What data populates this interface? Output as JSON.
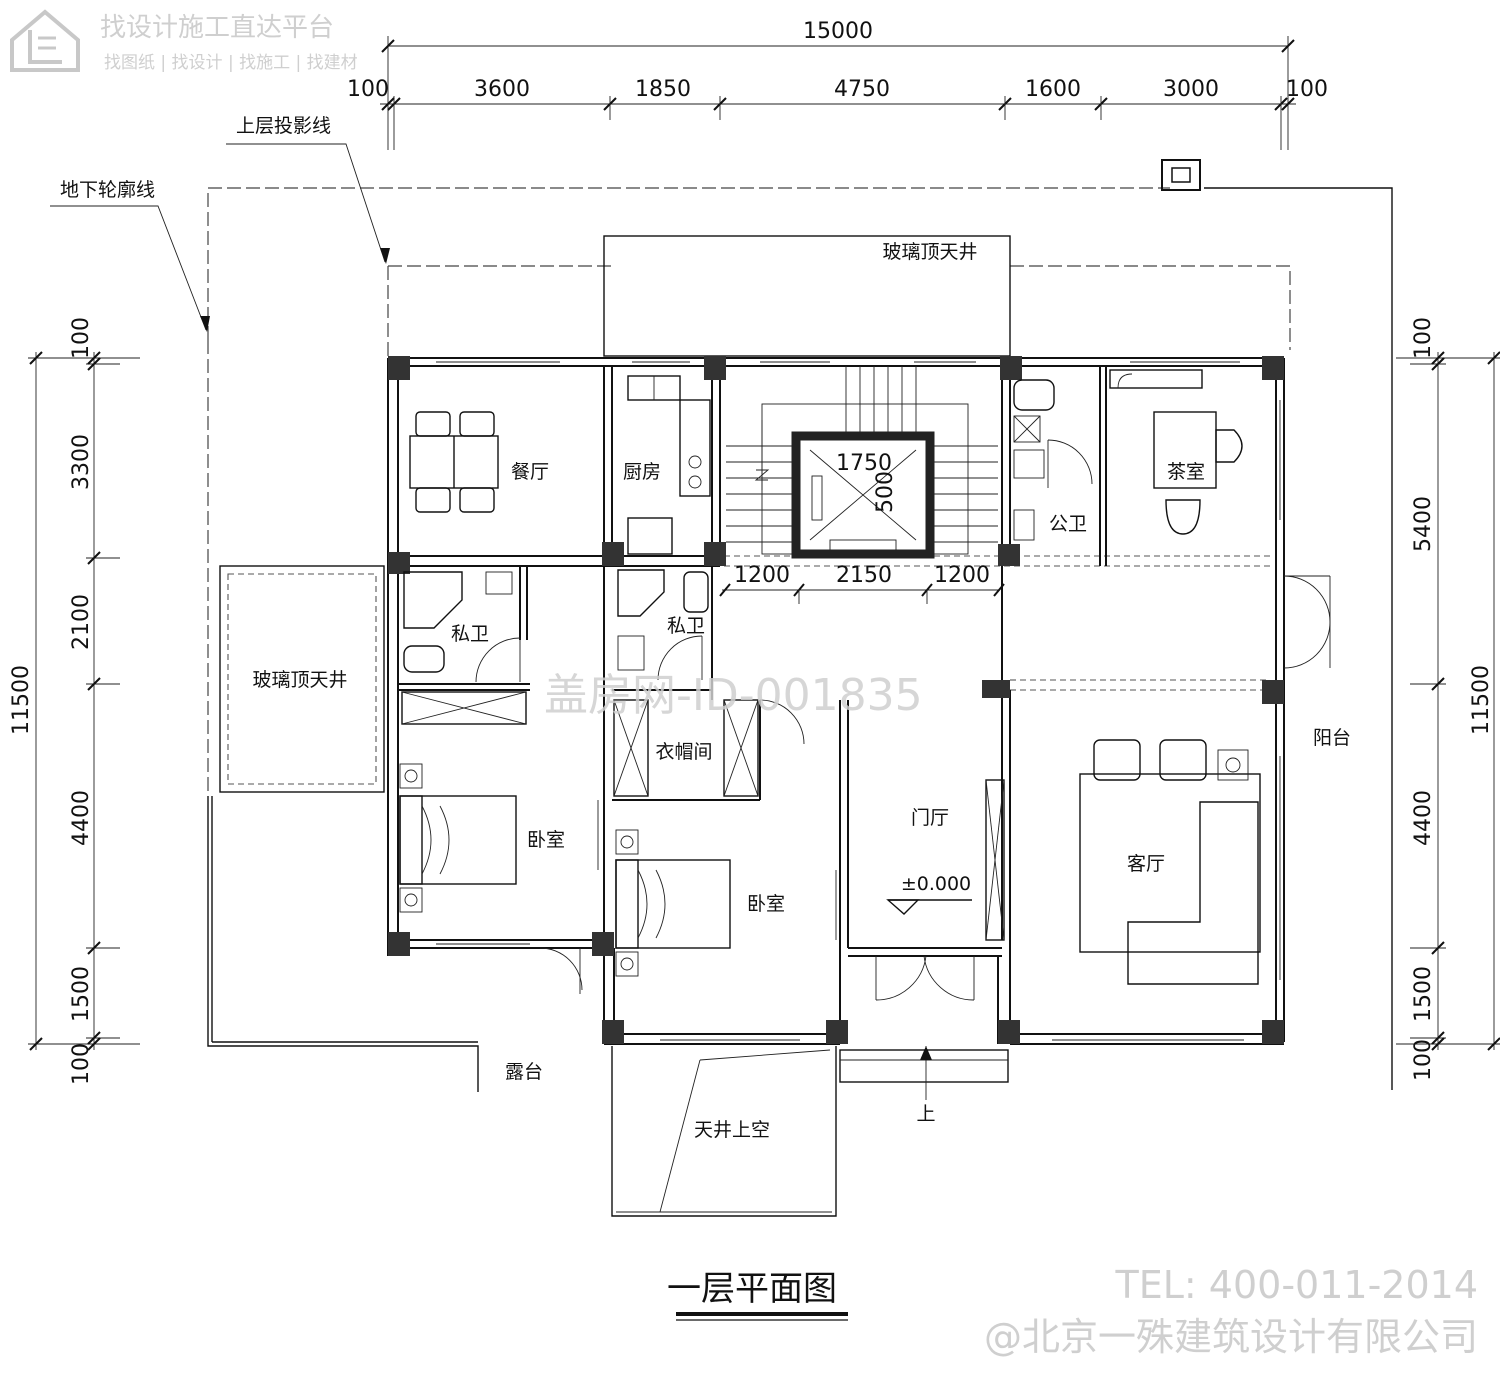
{
  "header": {
    "brand_line": "找设计施工直达平台",
    "brand_sub": "找图纸 | 找设计 | 找施工 | 找建材"
  },
  "dimensions": {
    "top_total": "15000",
    "top_segments": [
      "100",
      "3600",
      "1850",
      "4750",
      "1600",
      "3000",
      "100"
    ],
    "left_total": "11500",
    "left_segments": [
      "100",
      "3300",
      "2100",
      "4400",
      "1500",
      "100"
    ],
    "right_total": "11500",
    "right_segments": [
      "100",
      "5400",
      "4400",
      "1500",
      "100"
    ],
    "stair_segments": [
      "1200",
      "2150",
      "1200"
    ],
    "elevator_width": "1750",
    "elevator_depth": "500"
  },
  "annotations": {
    "upper_projection": "上层投影线",
    "basement_outline": "地下轮廓线",
    "level": "±0.000",
    "up": "上"
  },
  "rooms": {
    "glass_skylight_top": "玻璃顶天井",
    "glass_skylight_left": "玻璃顶天井",
    "dining": "餐厅",
    "kitchen": "厨房",
    "tea_room": "茶室",
    "public_wc": "公卫",
    "private_wc_1": "私卫",
    "private_wc_2": "私卫",
    "cloakroom": "衣帽间",
    "bedroom_1": "卧室",
    "bedroom_2": "卧室",
    "foyer": "门厅",
    "living": "客厅",
    "balcony": "阳台",
    "terrace": "露台",
    "courtyard_void": "天井上空"
  },
  "watermark": "盖房网-ID-001835",
  "title": "一层平面图",
  "footer": {
    "tel": "TEL: 400-011-2014",
    "company": "@北京一殊建筑设计有限公司"
  }
}
